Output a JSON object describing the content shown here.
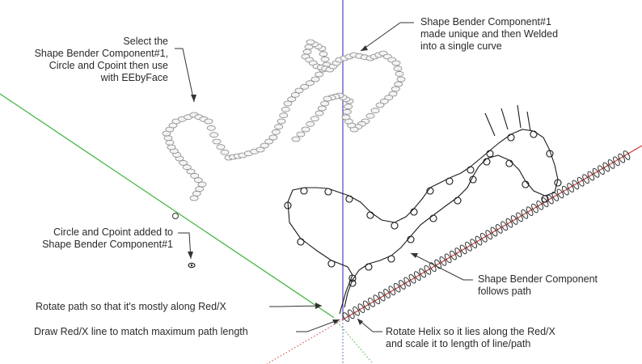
{
  "annotations": {
    "select_component": [
      "Select the",
      "Shape Bender Component#1,",
      "Circle and Cpoint then use",
      "with EEbyFace"
    ],
    "made_unique": [
      "Shape Bender Component#1",
      "made unique and then Welded",
      "into a single curve"
    ],
    "circle_cpoint": [
      "Circle and Cpoint added to",
      "Shape Bender Component#1"
    ],
    "follows_path": [
      "Shape Bender Component",
      "follows path"
    ],
    "rotate_path": "Rotate path so that it's mostly along Red/X",
    "draw_line": "Draw Red/X line to match maximum path length",
    "rotate_helix": [
      "Rotate Helix so it lies along the Red/X",
      "and scale it to length of line/path"
    ]
  },
  "colors": {
    "red_axis": "#d23c3c",
    "green_axis": "#3cb43c",
    "blue_axis": "#4646c8",
    "ink": "#2a2a2a"
  }
}
